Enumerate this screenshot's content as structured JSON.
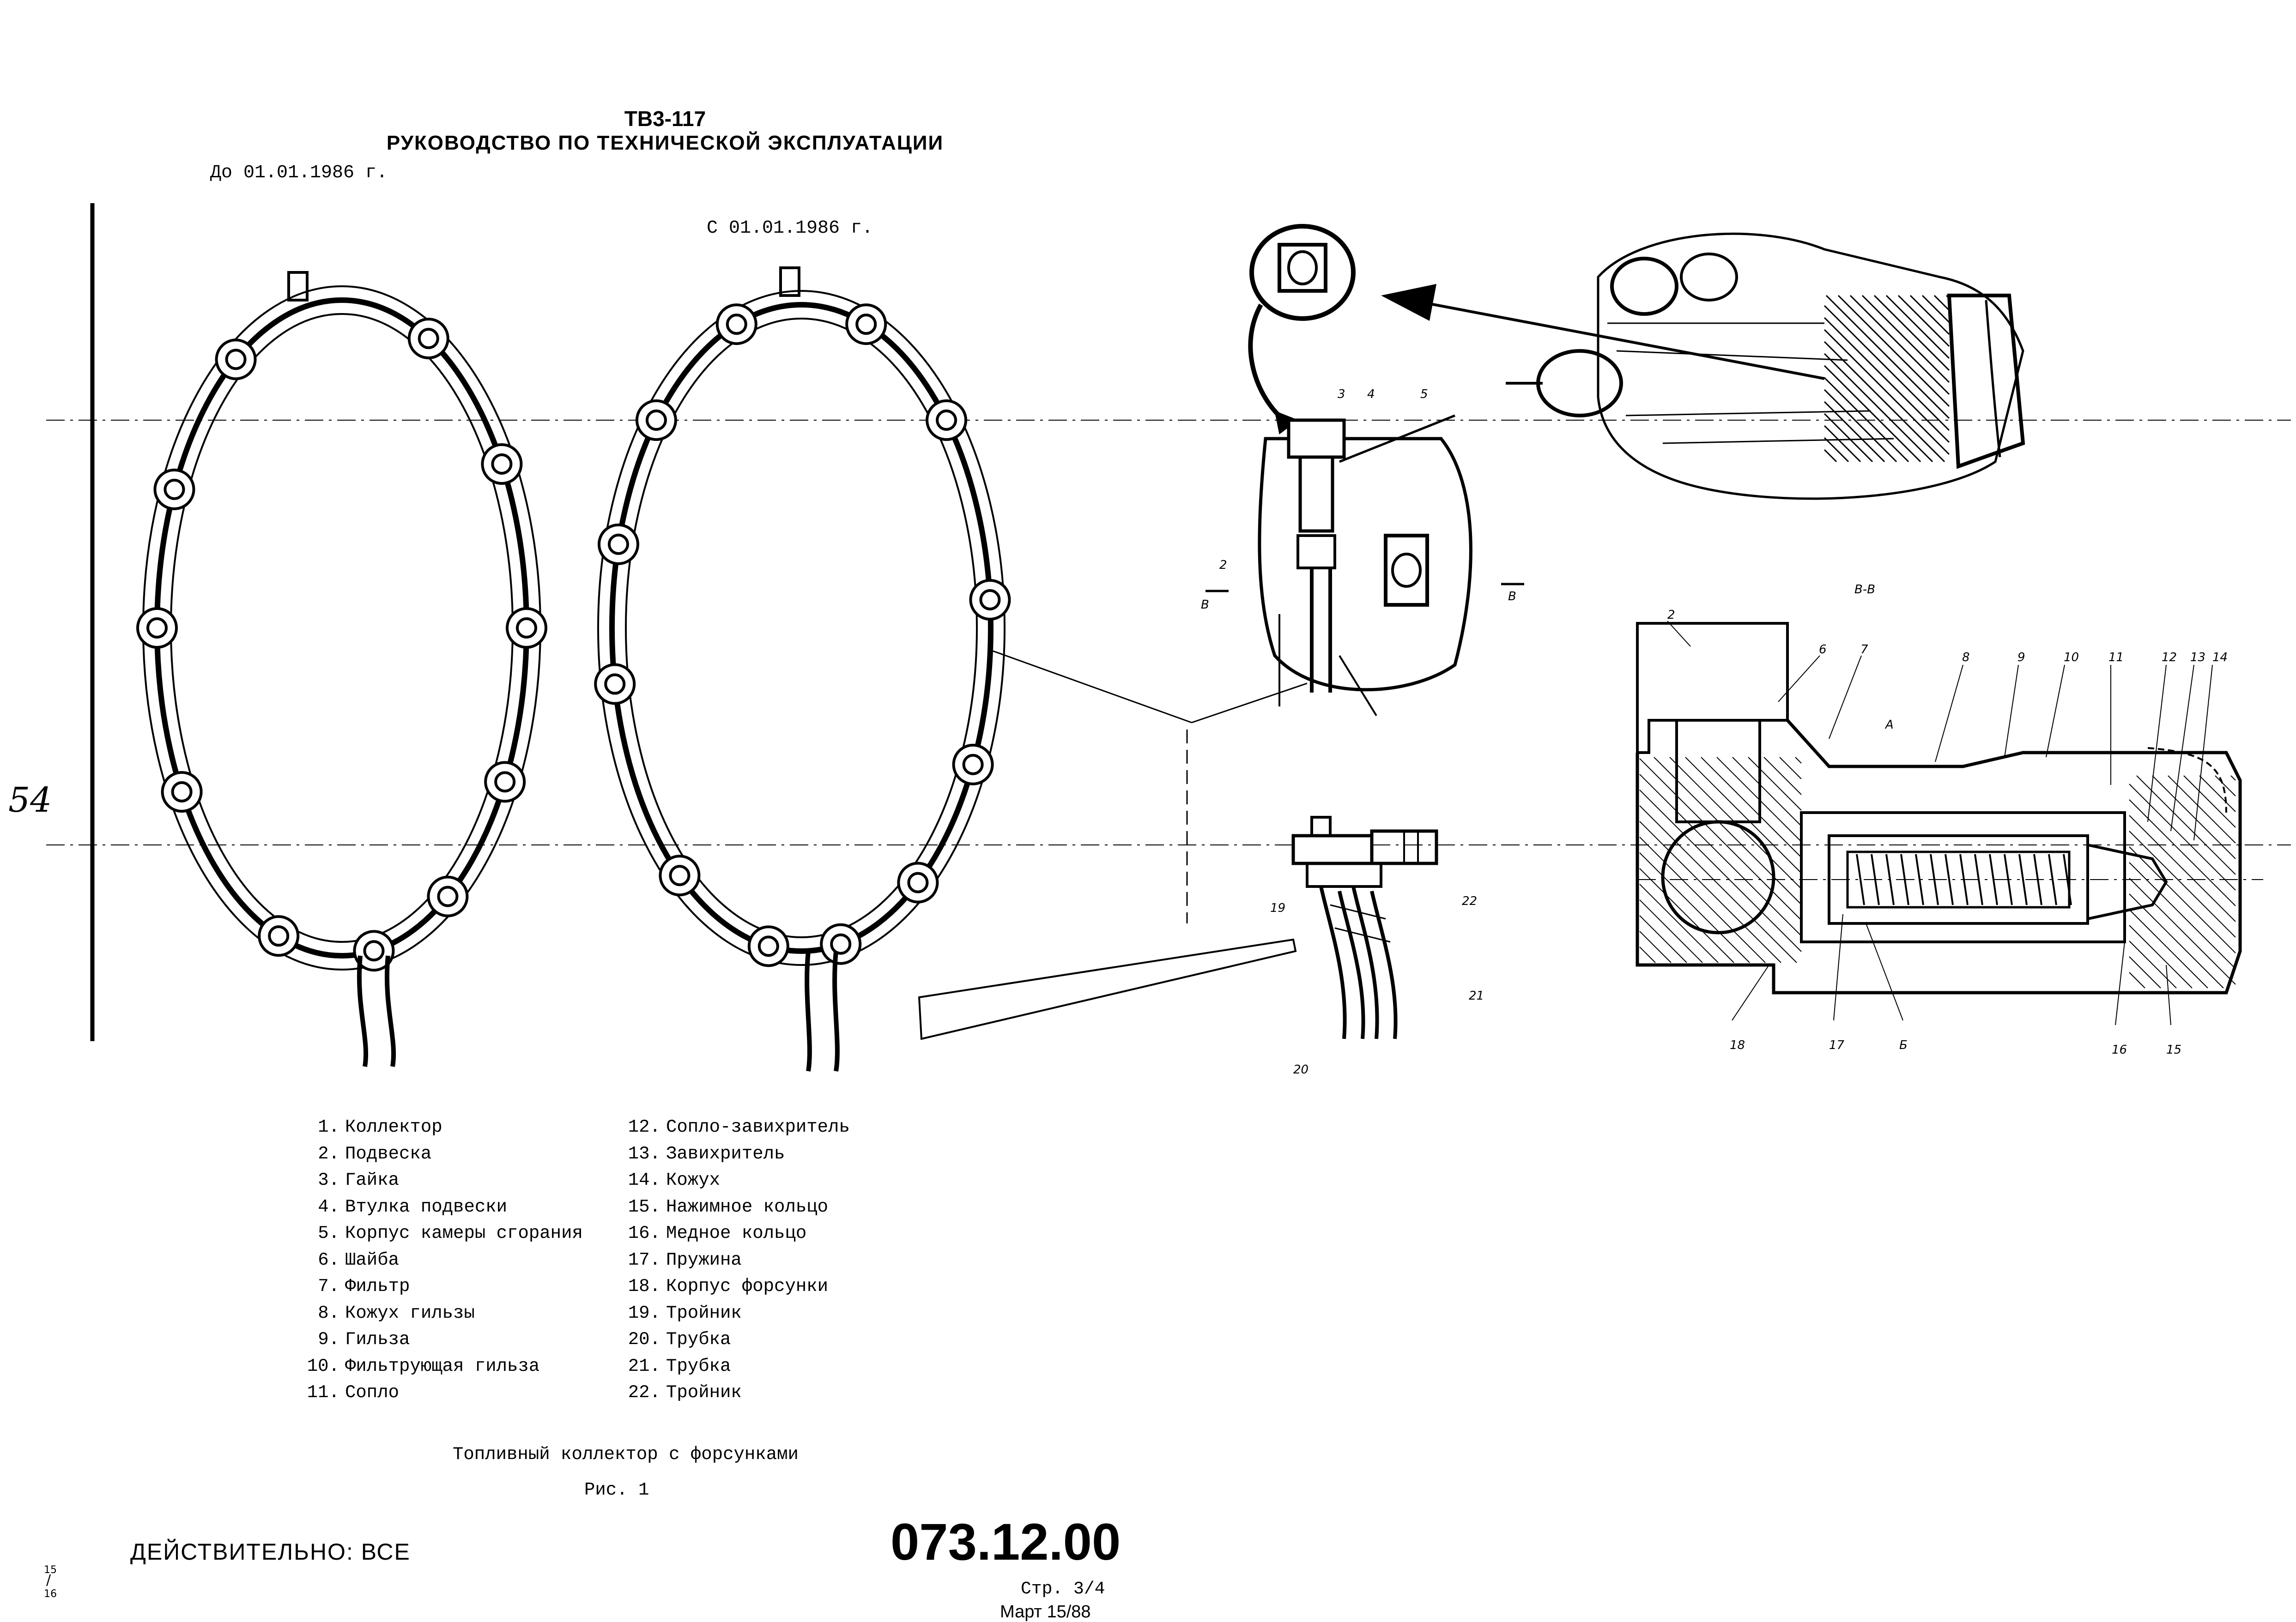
{
  "header": {
    "title": "ТВ3-117",
    "subtitle": "РУКОВОДСТВО ПО ТЕХНИЧЕСКОЙ ЭКСПЛУАТАЦИИ"
  },
  "dates": {
    "before": "До 01.01.1986 г.",
    "after": "С 01.01.1986 г."
  },
  "margin_note": "54",
  "legend_left": [
    {
      "num": "1.",
      "text": "Коллектор"
    },
    {
      "num": "2.",
      "text": "Подвеска"
    },
    {
      "num": "3.",
      "text": "Гайка"
    },
    {
      "num": "4.",
      "text": "Втулка подвески"
    },
    {
      "num": "5.",
      "text": "Корпус камеры сгорания"
    },
    {
      "num": "6.",
      "text": "Шайба"
    },
    {
      "num": "7.",
      "text": "Фильтр"
    },
    {
      "num": "8.",
      "text": "Кожух гильзы"
    },
    {
      "num": "9.",
      "text": "Гильза"
    },
    {
      "num": "10.",
      "text": "Фильтрующая гильза"
    },
    {
      "num": "11.",
      "text": "Сопло"
    }
  ],
  "legend_right": [
    {
      "num": "12.",
      "text": "Сопло-завихритель"
    },
    {
      "num": "13.",
      "text": "Завихритель"
    },
    {
      "num": "14.",
      "text": "Кожух"
    },
    {
      "num": "15.",
      "text": "Нажимное кольцо"
    },
    {
      "num": "16.",
      "text": "Медное кольцо"
    },
    {
      "num": "17.",
      "text": "Пружина"
    },
    {
      "num": "18.",
      "text": "Корпус форсунки"
    },
    {
      "num": "19.",
      "text": "Тройник"
    },
    {
      "num": "20.",
      "text": "Трубка"
    },
    {
      "num": "21.",
      "text": "Трубка"
    },
    {
      "num": "22.",
      "text": "Тройник"
    }
  ],
  "caption": "Топливный коллектор с форсунками",
  "figure_label": "Рис. 1",
  "validity": "ДЕЙСТВИТЕЛЬНО: ВСЕ",
  "doc_number": "073.12.00",
  "page_number": "Стр. 3/4",
  "revision": "Март 15/88",
  "corner_marks": [
    "15",
    "16"
  ],
  "callouts": {
    "section_label": "В-В",
    "section_mark": "В",
    "zone_a": "А",
    "zone_b": "Б",
    "detail_top": [
      "2",
      "3",
      "4",
      "5"
    ],
    "detail_mid": [
      "19",
      "20",
      "21",
      "22"
    ],
    "section_top": [
      "2",
      "6",
      "7",
      "8",
      "9",
      "10",
      "11",
      "12",
      "13",
      "14"
    ],
    "section_bottom": [
      "18",
      "17",
      "16",
      "15"
    ]
  }
}
